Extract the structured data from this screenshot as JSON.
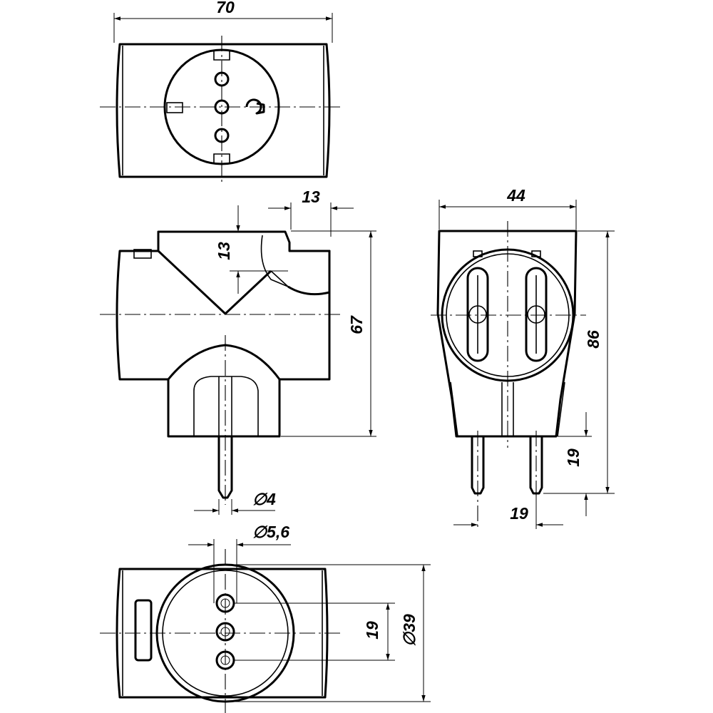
{
  "dimensions": {
    "width_top": "70",
    "shutter_width": "13",
    "shutter_height": "13",
    "side_height": "67",
    "end_width": "44",
    "end_height": "86",
    "pin_spacing_vertical": "19",
    "pin_spacing_horizontal": "19",
    "pin_diameter": "∅4",
    "socket_hole_diameter": "∅5,6",
    "hole_spacing": "19",
    "socket_diameter": "∅39"
  }
}
